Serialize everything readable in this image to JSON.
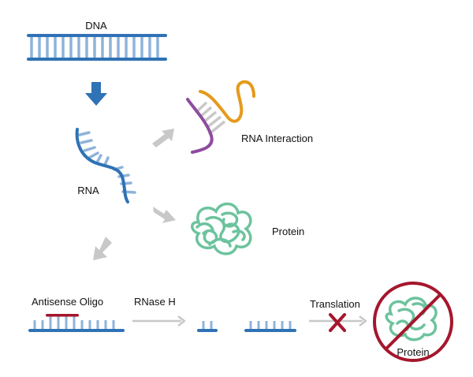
{
  "labels": {
    "dna": "DNA",
    "rna": "RNA",
    "rna_interaction": "RNA Interaction",
    "protein": "Protein",
    "antisense_oligo": "Antisense Oligo",
    "rnase_h": "RNase H",
    "translation": "Translation",
    "protein_blocked": "Protein"
  },
  "colors": {
    "strand_dark": "#2f72b5",
    "strand_light": "#8fb3da",
    "arrow_primary": "#2f72b5",
    "arrow_secondary": "#c8c8c8",
    "rna_orange": "#e59a1c",
    "rna_purple": "#8e4c9e",
    "protein_green": "#6cc39d",
    "oligo_red": "#a5162c",
    "block_red": "#a5162c"
  },
  "icons": {
    "main_arrow": "down-arrow-icon",
    "blocked": "cross-icon",
    "prohibited": "no-entry-icon"
  }
}
